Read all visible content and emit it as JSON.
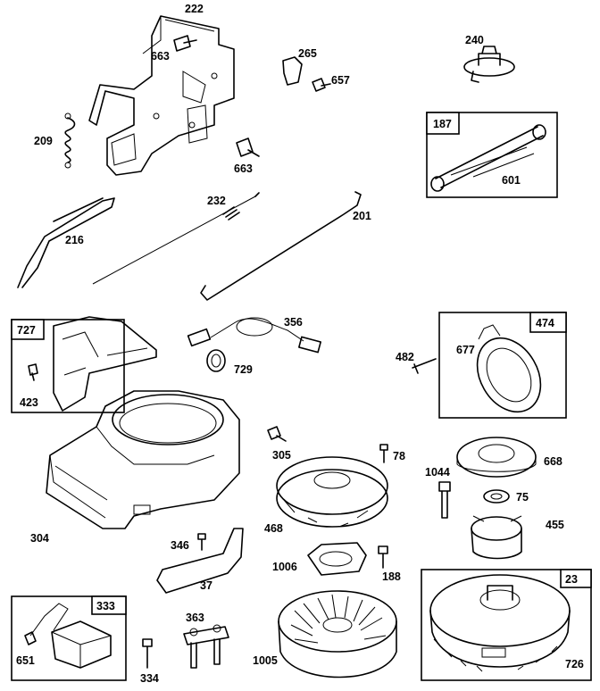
{
  "diagram": {
    "labels": {
      "p222": "222",
      "p663a": "663",
      "p209": "209",
      "p265": "265",
      "p657": "657",
      "p240": "240",
      "p663b": "663",
      "p187": "187",
      "p601": "601",
      "p232": "232",
      "p201": "201",
      "p216": "216",
      "p727": "727",
      "p423": "423",
      "p356": "356",
      "p729": "729",
      "p474": "474",
      "p482": "482",
      "p677": "677",
      "p305": "305",
      "p78": "78",
      "p668": "668",
      "p1044": "1044",
      "p75": "75",
      "p304": "304",
      "p468": "468",
      "p455": "455",
      "p346": "346",
      "p1006": "1006",
      "p188": "188",
      "p37": "37",
      "p333": "333",
      "p651": "651",
      "p363": "363",
      "p334": "334",
      "p1005": "1005",
      "p23": "23",
      "p726": "726"
    }
  }
}
